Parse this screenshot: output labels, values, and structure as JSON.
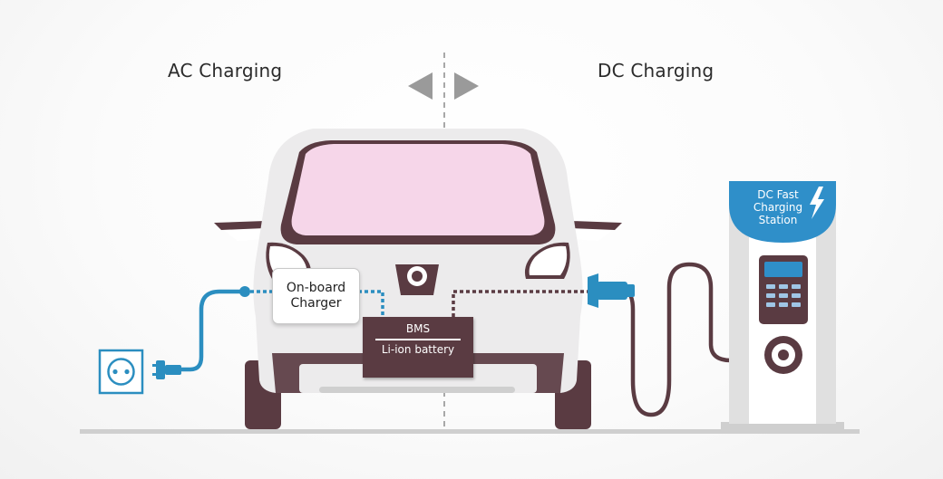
{
  "headers": {
    "ac": "AC Charging",
    "dc": "DC Charging"
  },
  "components": {
    "onboard_charger": "On-board Charger",
    "bms": "BMS",
    "battery": "Li-ion battery"
  },
  "station": {
    "label": "DC Fast Charging Station"
  },
  "colors": {
    "body": "#ecebec",
    "windshield": "#f6d6e9",
    "dark_trim": "#5a3b42",
    "ac_cable": "#2b8ec0",
    "dc_cable": "#5a3b42",
    "station_accent": "#2f8fc9"
  }
}
